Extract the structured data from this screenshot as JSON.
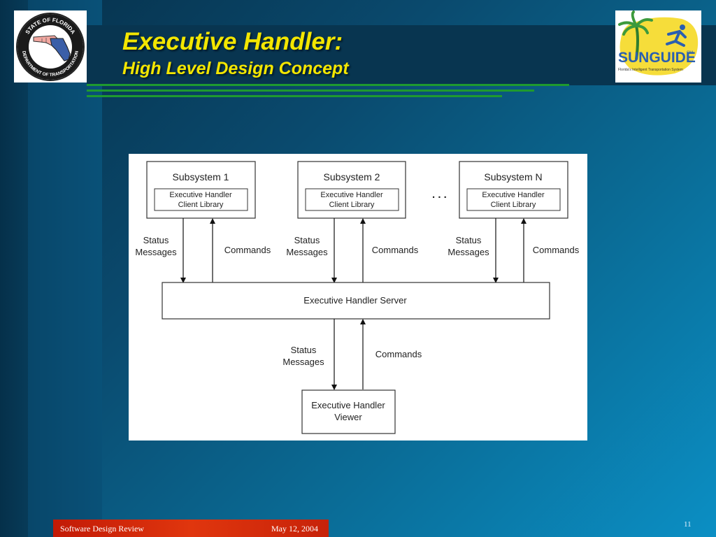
{
  "slide": {
    "title": "Executive Handler:",
    "subtitle": "High Level Design Concept",
    "page_number": "11",
    "colors": {
      "title": "#f3e600",
      "rule": "#1f9a2f",
      "footer": "#d42a0a"
    }
  },
  "logos": {
    "left": {
      "icon": "florida-dot-seal-icon",
      "top_text": "STATE OF FLORIDA",
      "bottom_text": "DEPARTMENT OF TRANSPORTATION"
    },
    "right": {
      "icon": "sunguide-logo-icon",
      "name": "SUNGUIDE",
      "mark": "SM",
      "tagline": "Florida's Intelligent Transportation System"
    }
  },
  "diagram": {
    "subsystems": [
      {
        "name": "Subsystem 1",
        "library": [
          "Executive Handler",
          "Client Library"
        ]
      },
      {
        "name": "Subsystem 2",
        "library": [
          "Executive Handler",
          "Client Library"
        ]
      },
      {
        "name": "Subsystem N",
        "library": [
          "Executive Handler",
          "Client Library"
        ]
      }
    ],
    "ellipsis": ". . .",
    "status_label": [
      "Status",
      "Messages"
    ],
    "commands_label": "Commands",
    "server": "Executive Handler Server",
    "viewer": [
      "Executive Handler",
      "Viewer"
    ]
  },
  "footer": {
    "left": "Software Design Review",
    "right": "May 12, 2004"
  }
}
